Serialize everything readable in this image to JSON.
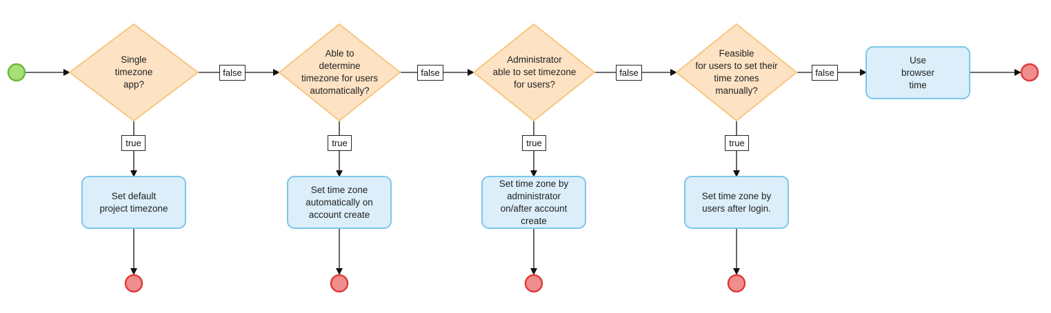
{
  "colors": {
    "decision_fill": "#fde3c4",
    "decision_stroke": "#f7c57e",
    "task_fill": "#dbeef9",
    "task_stroke": "#7cc6ea",
    "start_fill": "#a6e07a",
    "start_stroke": "#6fb83c",
    "end_fill": "#f08e8e",
    "end_stroke": "#e03a3a",
    "edge": "#111111"
  },
  "decisions": [
    {
      "id": "d1",
      "label": "Single\ntimezone\napp?"
    },
    {
      "id": "d2",
      "label": "Able to\ndetermine\ntimezone for users\nautomatically?"
    },
    {
      "id": "d3",
      "label": "Administrator\nable to set timezone\nfor users?"
    },
    {
      "id": "d4",
      "label": "Feasible\nfor users to set their\ntime zones\nmanually?"
    }
  ],
  "tasks": [
    {
      "id": "t1",
      "label": "Set default\nproject timezone"
    },
    {
      "id": "t2",
      "label": "Set time zone\nautomatically on\naccount create"
    },
    {
      "id": "t3",
      "label": "Set time zone by\nadministrator\non/after account\ncreate"
    },
    {
      "id": "t4",
      "label": "Set time zone by\nusers after login."
    },
    {
      "id": "t5",
      "label": "Use\nbrowser\ntime"
    }
  ],
  "edge_labels": {
    "true_label": "true",
    "false_label": "false"
  }
}
